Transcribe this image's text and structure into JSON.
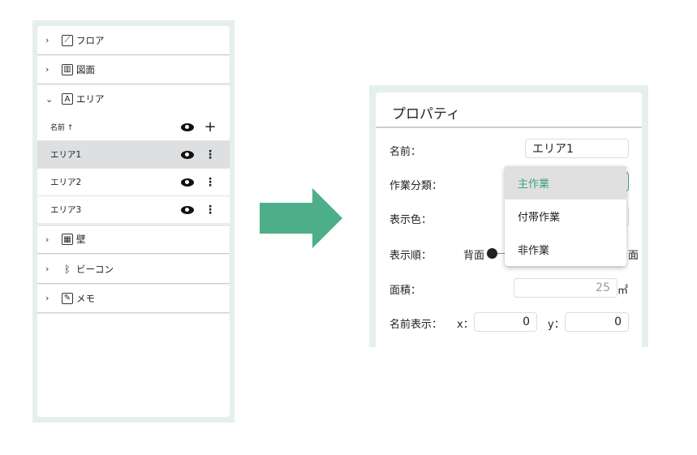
{
  "left_panel": {
    "sections": [
      {
        "label": "フロア",
        "icon": "floor-icon",
        "expanded": false
      },
      {
        "label": "図面",
        "icon": "map-icon",
        "expanded": false
      },
      {
        "label": "エリア",
        "icon": "area-icon",
        "expanded": true
      },
      {
        "label": "壁",
        "icon": "wall-icon",
        "expanded": false
      },
      {
        "label": "ビーコン",
        "icon": "bluetooth-icon",
        "expanded": false
      },
      {
        "label": "メモ",
        "icon": "memo-icon",
        "expanded": false
      }
    ],
    "area_list": {
      "sort_label": "名前",
      "sort_arrow": "↑",
      "items": [
        {
          "label": "エリア1",
          "selected": true
        },
        {
          "label": "エリア2"
        },
        {
          "label": "エリア3"
        }
      ]
    }
  },
  "arrow_color": "#4caf8a",
  "properties": {
    "title": "プロパティ",
    "name_label": "名前：",
    "name_value": "エリア1",
    "category_label": "作業分類：",
    "color_label": "表示色：",
    "order_label": "表示順：",
    "order_back": "背面",
    "order_front": "面",
    "area_label": "面積：",
    "area_value": "25",
    "area_unit": "㎡",
    "name_pos_label": "名前表示：",
    "x_label": "x：",
    "x_value": "0",
    "y_label": "y：",
    "y_value": "0",
    "dropdown": {
      "options": [
        "主作業",
        "付帯作業",
        "非作業"
      ],
      "selected": 0,
      "accent": "#3aa57a"
    }
  }
}
